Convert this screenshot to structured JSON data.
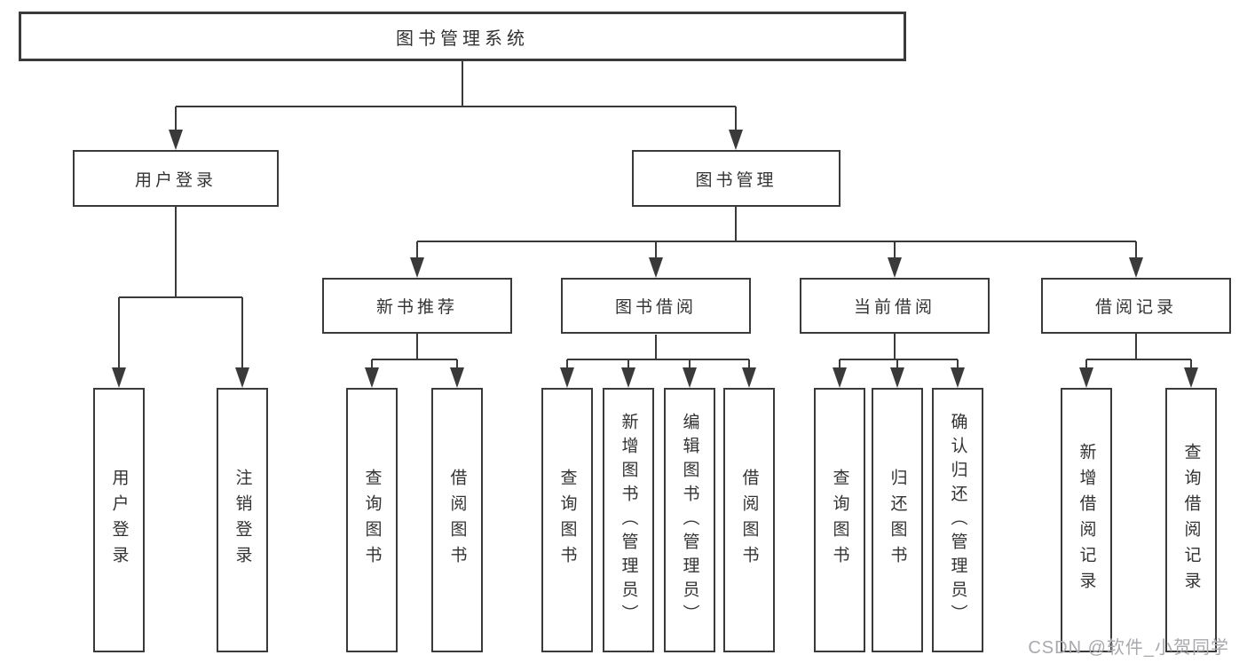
{
  "diagram": {
    "root": {
      "label": "图书管理系统"
    },
    "level2": [
      {
        "label": "用户登录"
      },
      {
        "label": "图书管理"
      }
    ],
    "level3": [
      {
        "label": "新书推荐"
      },
      {
        "label": "图书借阅"
      },
      {
        "label": "当前借阅"
      },
      {
        "label": "借阅记录"
      }
    ],
    "level4": {
      "user_login": [
        "用户登录",
        "注销登录"
      ],
      "new_books": [
        "查询图书",
        "借阅图书"
      ],
      "book_borrow": [
        "查询图书",
        "新增图书（管理员）",
        "编辑图书（管理员）",
        "借阅图书"
      ],
      "current_borrow": [
        "查询图书",
        "归还图书",
        "确认归还（管理员）"
      ],
      "borrow_records": [
        "新增借阅记录",
        "查询借阅记录"
      ]
    }
  },
  "watermark": {
    "text": "CSDN @软件_小贺同学"
  },
  "colors": {
    "line": "#3a3a3a",
    "text": "#333333",
    "background": "#ffffff",
    "watermark": "#a9a9ad"
  }
}
